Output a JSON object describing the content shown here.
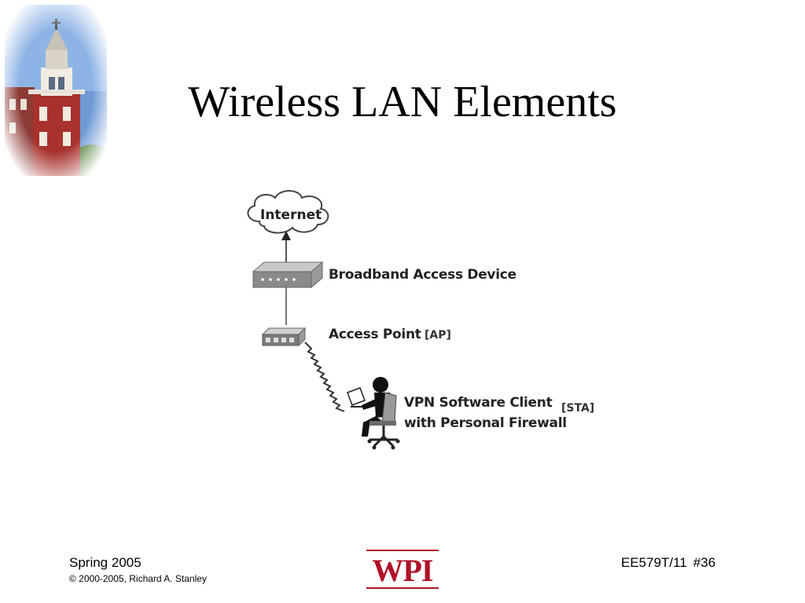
{
  "slide": {
    "title": "Wireless LAN Elements"
  },
  "diagram": {
    "internet_label": "Internet",
    "broadband_label": "Broadband Access Device",
    "ap_label": "Access Point",
    "ap_tag": "[AP]",
    "client_label_line1": "VPN Software Client",
    "client_label_line2": "with Personal Firewall",
    "client_tag": "[STA]"
  },
  "footer": {
    "term": "Spring 2005",
    "copyright": "© 2000-2005, Richard A. Stanley",
    "course": "EE579T/11",
    "page": "#36",
    "logo_text": "WPI"
  },
  "colors": {
    "logo_red": "#b0122a",
    "device_gray": "#8a8a8a"
  }
}
